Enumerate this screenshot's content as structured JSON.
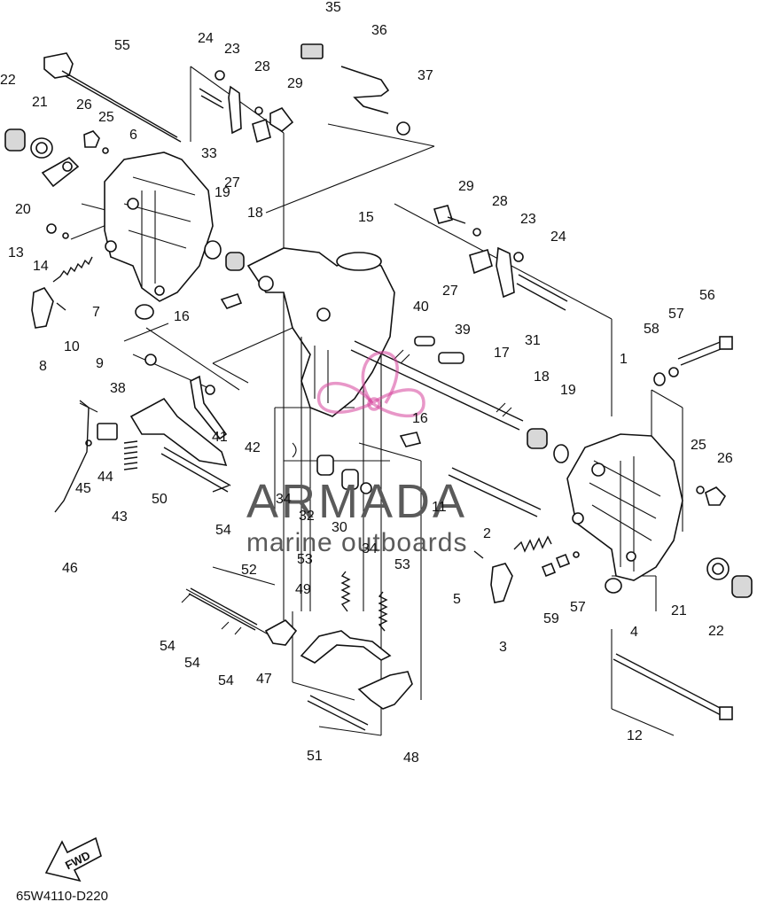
{
  "diagram": {
    "code": "65W4110-D220",
    "fwd_label": "FWD",
    "watermark": {
      "brand": "ARMADA",
      "tagline": "marine outboards"
    },
    "callouts": [
      "1",
      "2",
      "3",
      "4",
      "5",
      "6",
      "7",
      "8",
      "9",
      "10",
      "11",
      "12",
      "13",
      "14",
      "15",
      "16",
      "16",
      "17",
      "18",
      "18",
      "19",
      "19",
      "20",
      "21",
      "21",
      "22",
      "22",
      "23",
      "23",
      "24",
      "24",
      "25",
      "25",
      "26",
      "26",
      "27",
      "27",
      "28",
      "28",
      "29",
      "29",
      "30",
      "31",
      "32",
      "33",
      "34",
      "34",
      "35",
      "36",
      "37",
      "38",
      "39",
      "40",
      "41",
      "42",
      "43",
      "44",
      "45",
      "46",
      "47",
      "48",
      "49",
      "50",
      "51",
      "52",
      "53",
      "53",
      "54",
      "54",
      "54",
      "54",
      "55",
      "56",
      "57",
      "57",
      "58",
      "59"
    ]
  }
}
